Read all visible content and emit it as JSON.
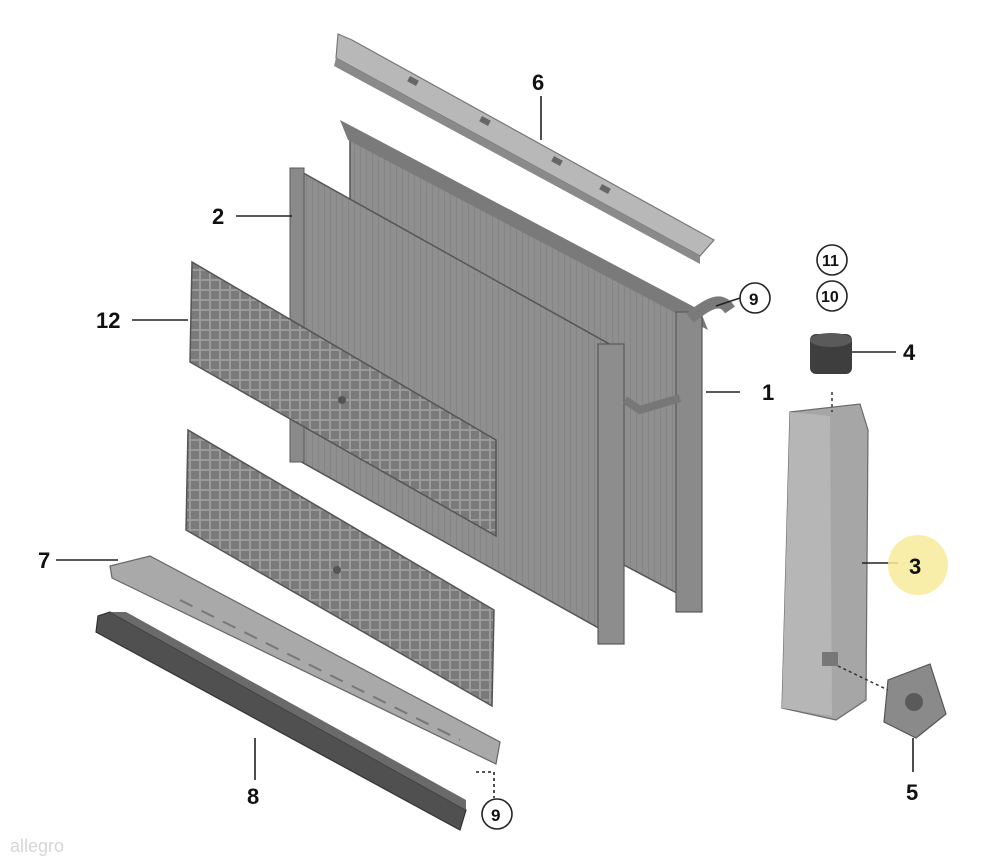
{
  "callouts": [
    {
      "id": "1",
      "text": "1"
    },
    {
      "id": "2",
      "text": "2"
    },
    {
      "id": "3",
      "text": "3",
      "highlight": true
    },
    {
      "id": "4",
      "text": "4"
    },
    {
      "id": "5",
      "text": "5"
    },
    {
      "id": "6",
      "text": "6"
    },
    {
      "id": "7",
      "text": "7"
    },
    {
      "id": "8",
      "text": "8"
    },
    {
      "id": "9a",
      "text": "9",
      "circled": true
    },
    {
      "id": "9b",
      "text": "9",
      "circled": true
    },
    {
      "id": "10",
      "text": "10",
      "circled": true
    },
    {
      "id": "11",
      "text": "11",
      "circled": true
    },
    {
      "id": "12",
      "text": "12"
    }
  ],
  "watermark": "allegro",
  "colors": {
    "part_gray": "#8c8c8c",
    "part_dark": "#5e5e5e",
    "part_light": "#b4b4b4",
    "highlight": "#f7eb9a",
    "line": "#222222"
  }
}
